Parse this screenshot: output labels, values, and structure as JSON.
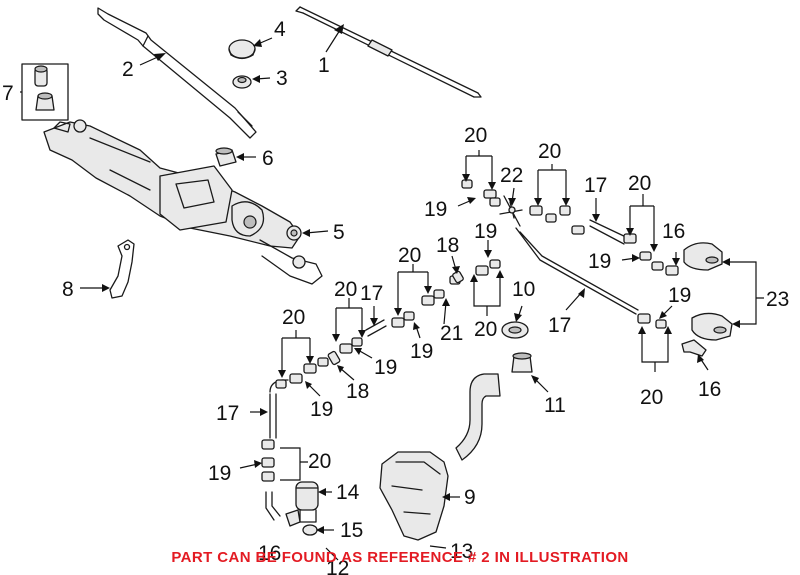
{
  "callouts": {
    "c1": "1",
    "c2": "2",
    "c3": "3",
    "c4": "4",
    "c5": "5",
    "c6": "6",
    "c7": "7",
    "c8": "8",
    "c9": "9",
    "c10": "10",
    "c11": "11",
    "c12": "12",
    "c13": "13",
    "c14": "14",
    "c15": "15",
    "c16": "16",
    "c17": "17",
    "c18": "18",
    "c19": "19",
    "c20": "20",
    "c21": "21",
    "c22": "22",
    "c23": "23"
  },
  "footer": {
    "note": "PART CAN BE FOUND AS REFERENCE # 2 IN ILLUSTRATION"
  },
  "colors": {
    "note_red": "#e31b23",
    "line_art": "#1a1a1a"
  }
}
